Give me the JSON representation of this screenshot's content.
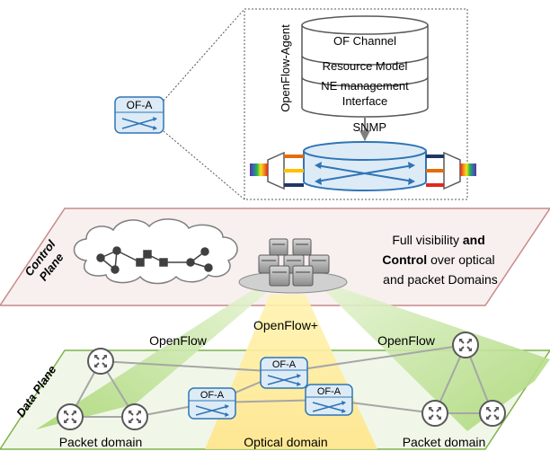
{
  "zoom_box": {
    "agent_label": "OpenFlow-Agent",
    "layers": [
      "OF Channel",
      "Resource Model",
      "NE management",
      "Interface"
    ],
    "snmp_label": "SNMP"
  },
  "of_agent_small_label": "OF-A",
  "control_plane": {
    "title_line1": "Control",
    "title_line2": "Plane",
    "description": {
      "line1_normal": "Full visibility ",
      "line1_bold": "and",
      "line2_bold": "Control",
      "line2_normal": " over optical",
      "line3": "and packet Domains"
    }
  },
  "links": {
    "openflow_left": "OpenFlow",
    "openflow_plus": "OpenFlow+",
    "openflow_right": "OpenFlow"
  },
  "data_plane": {
    "title": "Data Plane",
    "of_a_label": "OF-A",
    "domains": [
      "Packet domain",
      "Optical domain",
      "Packet domain"
    ]
  },
  "colors": {
    "plane_fill": "#f7eeee",
    "plane_stroke": "#c98a8a",
    "dp_fill": "#eef6e6",
    "dp_stroke": "#7fb24c",
    "switch_blue": "#2e75b6",
    "switch_fill": "#ddebf7",
    "beam_green": "#b9e08e",
    "beam_yellow": "#ffe58a"
  }
}
